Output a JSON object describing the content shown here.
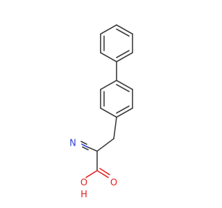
{
  "diagram": {
    "type": "chemical-structure",
    "atoms": {
      "nitrogen": "N",
      "hydroxyl_oxygen": "O",
      "hydroxyl_hydrogen": "H",
      "carbonyl_oxygen": "O"
    },
    "colors": {
      "carbon_bond": "#3b3b3b",
      "nitrogen": "#2f43d6",
      "oxygen": "#e02020"
    }
  }
}
